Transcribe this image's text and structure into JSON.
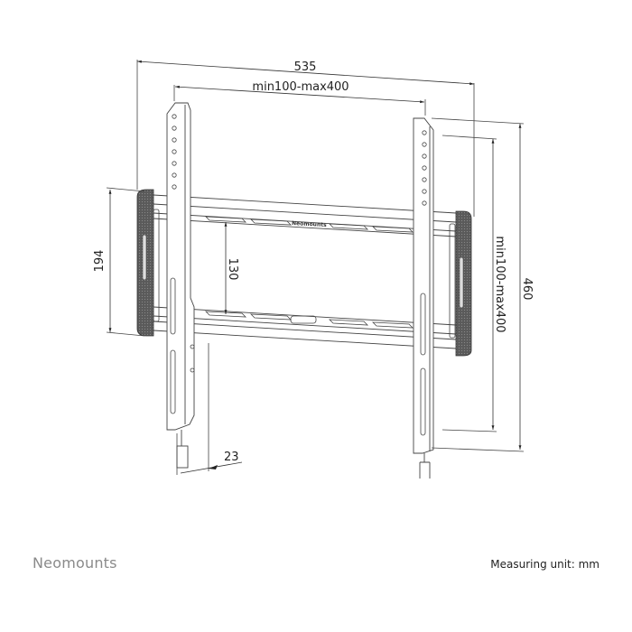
{
  "diagram": {
    "subject": "TV wall mount bracket (front view) with dimensions",
    "dimensions": {
      "overall_width": "535",
      "vesa_horizontal": "min100-max400",
      "overall_height": "460",
      "vesa_vertical": "min100-max400",
      "frame_height": "194",
      "rail_spacing": "130",
      "depth": "23"
    },
    "rail_logo": "Neomounts"
  },
  "footer": {
    "brand": "Neomounts",
    "unit_label": "Measuring unit: mm"
  },
  "colors": {
    "line": "#333333",
    "pad_fill": "#555555",
    "brand_text": "#8a8a8a"
  }
}
